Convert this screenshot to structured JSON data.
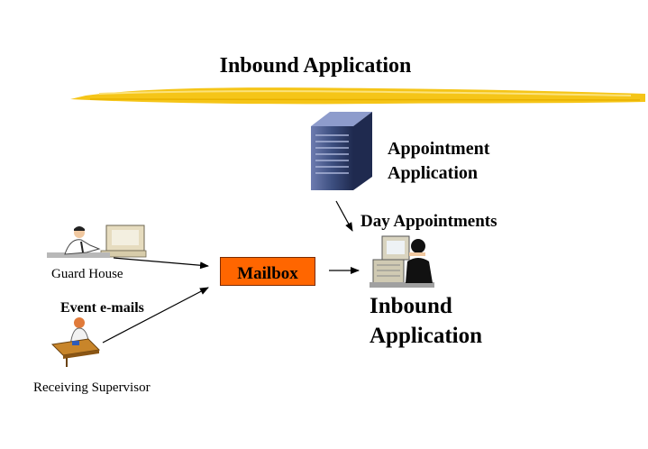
{
  "title": "Inbound Application",
  "nodes": {
    "appointment_app": {
      "line1": "Appointment",
      "line2": "Application"
    },
    "guard_house": "Guard House",
    "receiving_supervisor": "Receiving Supervisor",
    "mailbox": "Mailbox",
    "inbound_app": {
      "line1": "Inbound",
      "line2": "Application"
    }
  },
  "edges": {
    "day_appointments": "Day Appointments",
    "event_emails": "Event e-mails"
  },
  "colors": {
    "highlight_stroke": "#f5c518",
    "mailbox_fill": "#ff6600",
    "server_body": "#3d4f80"
  },
  "icons": {
    "server": "server-tower-icon",
    "guard_worker": "person-at-computer-icon",
    "supervisor": "person-at-desk-with-phone-icon",
    "inbound_worker": "person-at-workstation-icon"
  }
}
